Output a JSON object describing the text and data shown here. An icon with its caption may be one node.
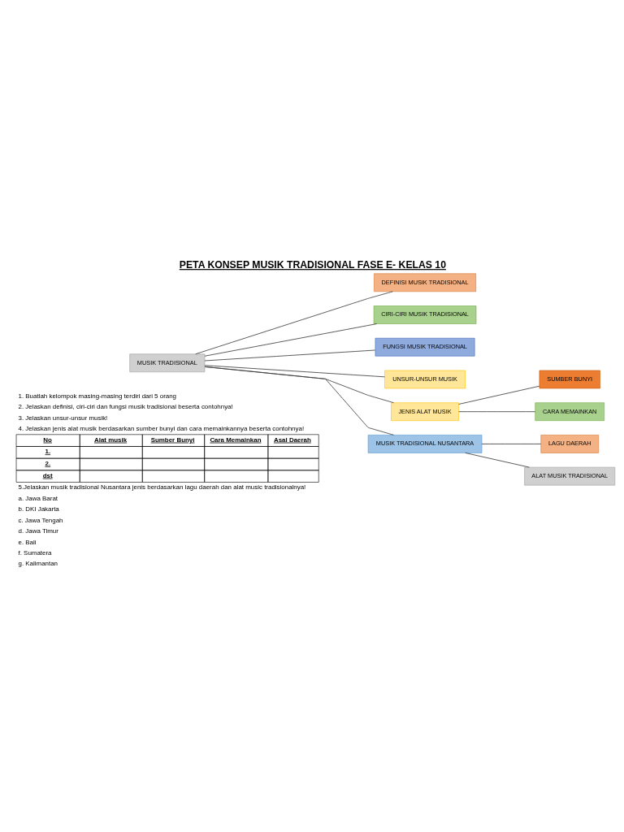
{
  "diagram": {
    "title": "PETA KONSEP MUSIK TRADISIONAL FASE E- KELAS 10",
    "nodes": [
      {
        "text": [
          "MUSIK TRADISIONAL"
        ]
      },
      {
        "text": [
          "DEFINISI MUSIK TRADISIONAL"
        ]
      },
      {
        "text": [
          "CIRI-CIRI MUSIK TRADISIONAL"
        ]
      },
      {
        "text": [
          "FUNGSI MUSIK TRADISIONAL"
        ]
      },
      {
        "text": [
          "UNSUR-UNSUR MUSIK"
        ]
      },
      {
        "text": [
          "JENIS ALAT MUSIK"
        ]
      },
      {
        "text": [
          "SUMBER BUNYI"
        ]
      },
      {
        "text": [
          "CARA MEMAINKAN"
        ]
      },
      {
        "text": [
          "MUSIK TRADISIONAL NUSANTARA"
        ]
      },
      {
        "text": [
          "LAGU DAERAH"
        ]
      },
      {
        "text": [
          "ALAT MUSIK TRADISIONAL"
        ]
      }
    ],
    "edges": [
      {
        "from": 0,
        "to": 1,
        "arrow": "none"
      },
      {
        "from": 0,
        "to": 2,
        "arrow": "none"
      },
      {
        "from": 0,
        "to": 3,
        "arrow": "none"
      },
      {
        "from": 0,
        "to": 4,
        "arrow": "none"
      },
      {
        "from": 0,
        "to": 5,
        "arrow": "none"
      },
      {
        "from": 0,
        "to": 8,
        "arrow": "none"
      },
      {
        "from": 5,
        "to": 6,
        "arrow": "none"
      },
      {
        "from": 5,
        "to": 7,
        "arrow": "none"
      },
      {
        "from": 8,
        "to": 9,
        "arrow": "none"
      },
      {
        "from": 8,
        "to": 10,
        "arrow": "none"
      }
    ],
    "labels": [
      "1. Buatlah kelompok masing-masing terdiri dari 5 orang",
      "2. Jelaskan definisi, ciri-ciri dan fungsi musik tradisional beserta contohnya!",
      "3. Jelaskan unsur-unsur musik!",
      "4. Jelaskan jenis alat musik berdasarkan sumber bunyi dan cara memainkannya beserta contohnya!",
      "No",
      "Alat musik",
      "Sumber Bunyi",
      "Cara Memainkan",
      "Asal Daerah",
      "1.",
      "2.",
      "dst",
      "5.Jelaskan musik tradisional Nusantara jenis berdasarkan lagu daerah dan alat music tradisionalnya!",
      "a. Jawa Barat",
      "b. DKI Jakarta",
      "c. Jawa Tengah",
      "d. Jawa Timur",
      "e. Bali",
      "f. Sumatera",
      "g. Kalimantan"
    ]
  }
}
